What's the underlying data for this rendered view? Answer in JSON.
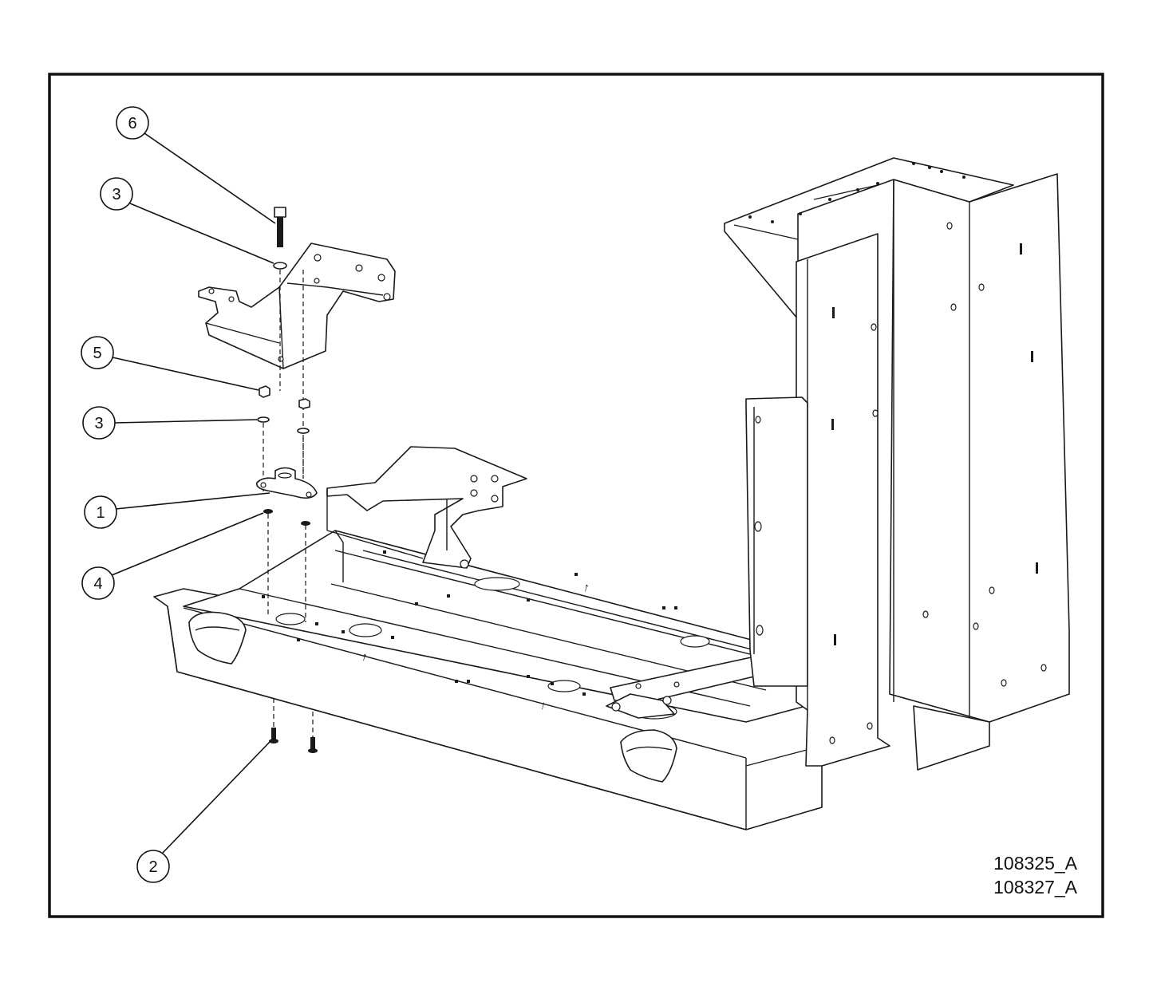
{
  "drawing_ids": [
    "108325_A",
    "108327_A"
  ],
  "callouts": [
    {
      "label": "6",
      "part": "bolt"
    },
    {
      "label": "3",
      "part": "washer-top"
    },
    {
      "label": "5",
      "part": "nut"
    },
    {
      "label": "3",
      "part": "washer-middle"
    },
    {
      "label": "1",
      "part": "mount"
    },
    {
      "label": "4",
      "part": "washer-bottom"
    },
    {
      "label": "2",
      "part": "bottom-bolts"
    }
  ],
  "colors": {
    "ink": "#1a1a1a",
    "paper": "#ffffff"
  }
}
